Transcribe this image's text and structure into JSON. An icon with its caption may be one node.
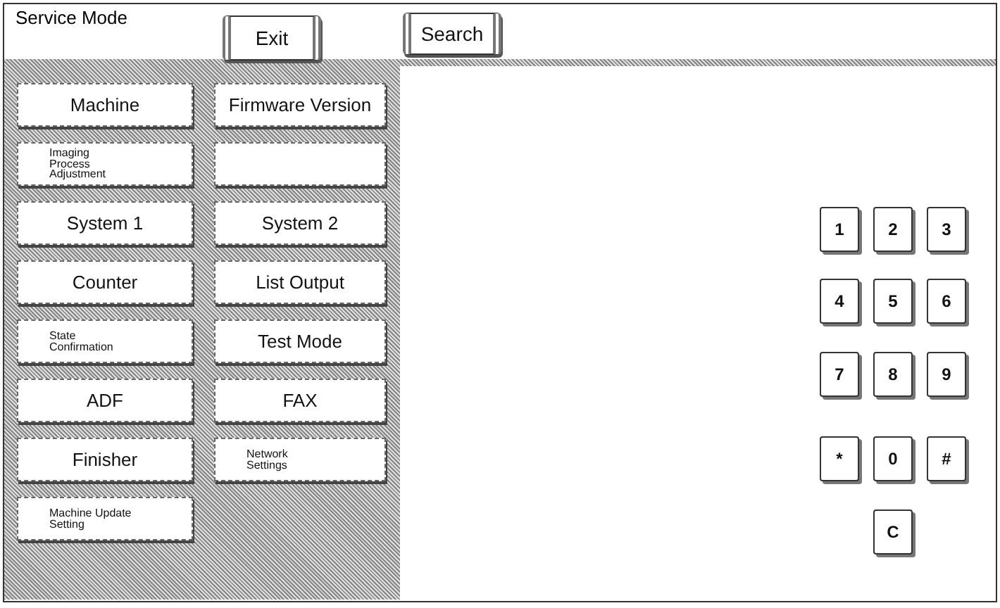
{
  "diagram": {
    "title": "Service Mode",
    "nodes": [
      {
        "text": [
          "Exit"
        ]
      },
      {
        "text": [
          "Search"
        ]
      },
      {
        "text": [
          "Machine"
        ]
      },
      {
        "text": [
          "Firmware Version"
        ]
      },
      {
        "text": [
          "Imaging Process Adjustment"
        ]
      },
      {
        "text": [],
        "shape": "box"
      },
      {
        "text": [
          "System 1"
        ]
      },
      {
        "text": [
          "System 2"
        ]
      },
      {
        "text": [
          "Counter"
        ]
      },
      {
        "text": [
          "List Output"
        ]
      },
      {
        "text": [
          "State Confirmation"
        ]
      },
      {
        "text": [
          "Test Mode"
        ]
      },
      {
        "text": [
          "ADF"
        ]
      },
      {
        "text": [
          "FAX"
        ]
      },
      {
        "text": [
          "Finisher"
        ]
      },
      {
        "text": [
          "Network Settings"
        ]
      },
      {
        "text": [
          "Machine Update Setting"
        ]
      },
      {
        "text": [
          "1"
        ]
      },
      {
        "text": [
          "2"
        ]
      },
      {
        "text": [
          "3"
        ]
      },
      {
        "text": [
          "4"
        ]
      },
      {
        "text": [
          "5"
        ]
      },
      {
        "text": [
          "6"
        ]
      },
      {
        "text": [
          "7"
        ]
      },
      {
        "text": [
          "8"
        ]
      },
      {
        "text": [
          "9"
        ]
      },
      {
        "text": [
          "*"
        ]
      },
      {
        "text": [
          "0"
        ]
      },
      {
        "text": [
          "#"
        ]
      },
      {
        "text": [
          "C"
        ]
      }
    ],
    "edges": []
  }
}
